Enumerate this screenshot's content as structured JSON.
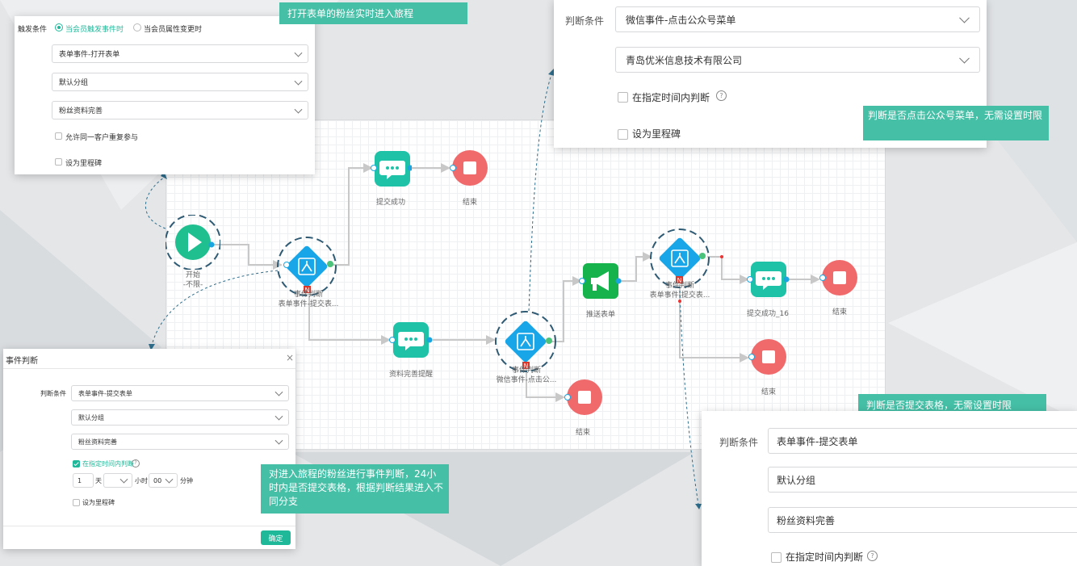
{
  "canvas": {
    "nodes": {
      "start": {
        "label": "开始",
        "sub": "-不限-"
      },
      "event1": {
        "label": "事件判断",
        "sub": "表单事件-提交表..."
      },
      "msg_success": {
        "label": "提交成功"
      },
      "end1": {
        "label": "结束"
      },
      "msg_remind": {
        "label": "资料完善提醒"
      },
      "event2": {
        "label": "事件判断",
        "sub": "微信事件-点击公..."
      },
      "push_form": {
        "label": "推送表单"
      },
      "end2": {
        "label": "结束"
      },
      "event3": {
        "label": "事件判断",
        "sub": "表单事件-提交表..."
      },
      "msg_success16": {
        "label": "提交成功_16"
      },
      "end3": {
        "label": "结束"
      },
      "end4": {
        "label": "结束"
      }
    },
    "badge": "N"
  },
  "trigger_panel": {
    "label": "触发条件",
    "radio_active": "当会员触发事件时",
    "radio_inactive": "当会员属性变更时",
    "select1": "表单事件-打开表单",
    "select2": "默认分组",
    "select3": "粉丝资料完善",
    "check_repeat": "允许同一客户重复参与",
    "check_milestone": "设为里程碑"
  },
  "event_dialog": {
    "title": "事件判断",
    "close": "×",
    "label": "判断条件",
    "select1": "表单事件-提交表单",
    "select2": "默认分组",
    "select3": "粉丝资料完善",
    "check_time": "在指定时间内判断",
    "days_value": "1",
    "days_unit": "天",
    "hours_unit": "小时",
    "minutes_value": "00",
    "minutes_unit": "分钟",
    "check_milestone": "设为里程碑",
    "confirm": "确定"
  },
  "wechat_panel": {
    "label": "判断条件",
    "select1": "微信事件-点击公众号菜单",
    "select2": "青岛优米信息技术有限公司",
    "check_time": "在指定时间内判断",
    "check_milestone": "设为里程碑"
  },
  "submit_panel": {
    "label": "判断条件",
    "select1": "表单事件-提交表单",
    "select2": "默认分组",
    "select3": "粉丝资料完善",
    "check_time": "在指定时间内判断"
  },
  "callouts": {
    "c1": "打开表单的粉丝实时进入旅程",
    "c2": "判断是否点击公众号菜单，无需设置时限",
    "c3": "对进入旅程的粉丝进行事件判断，24小时内是否提交表格，根据判断结果进入不同分支",
    "c4": "判断是否提交表格，无需设置时限"
  },
  "colors": {
    "start": "#1fbf8f",
    "event": "#19a6e8",
    "message": "#1ec2a7",
    "end": "#f0696b",
    "push": "#16b24c",
    "accent": "#1fb99a",
    "callout": "#45bfa6"
  }
}
